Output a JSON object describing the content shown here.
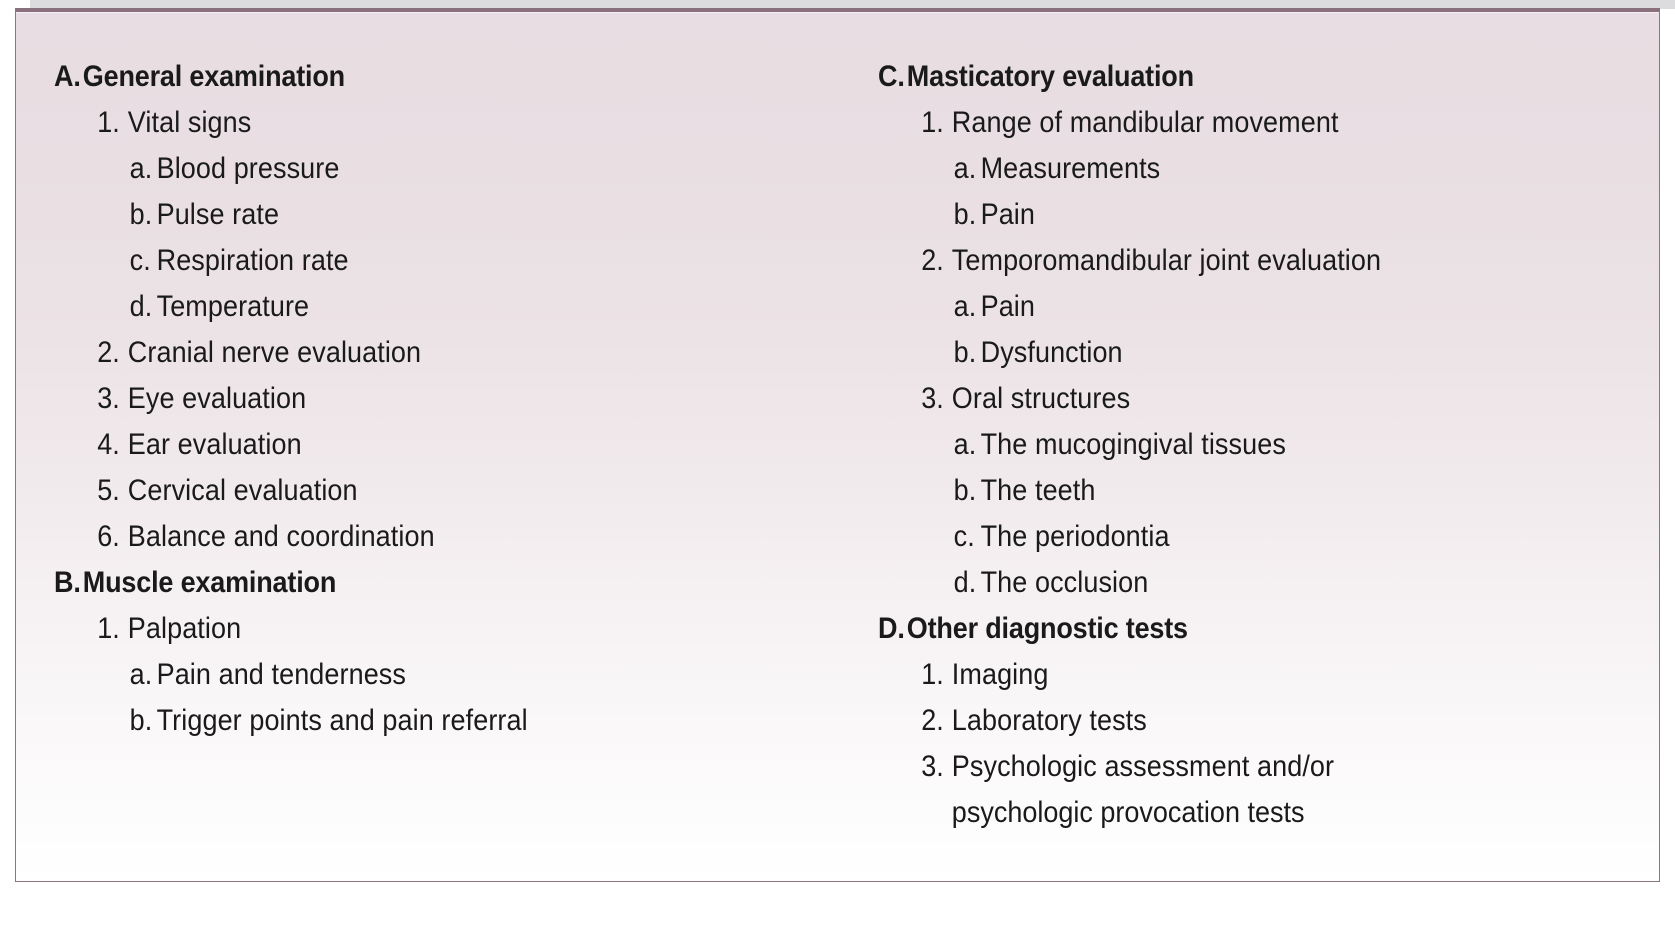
{
  "figure": {
    "kind": "outline-box",
    "colors": {
      "frame_border": "#8d7480",
      "top_rule": "#8a6f7d",
      "top_band": "#dcdcdf",
      "bg_top": "#e8dde2",
      "bg_bottom": "#ffffff",
      "text": "#1a1a1a"
    }
  },
  "left_column": [
    {
      "level": 0,
      "mark": "A.",
      "label": "General examination"
    },
    {
      "level": 1,
      "mark": "1.",
      "label": "Vital signs"
    },
    {
      "level": 2,
      "mark": "a.",
      "label": "Blood pressure"
    },
    {
      "level": 2,
      "mark": "b.",
      "label": "Pulse rate"
    },
    {
      "level": 2,
      "mark": "c.",
      "label": "Respiration rate"
    },
    {
      "level": 2,
      "mark": "d.",
      "label": "Temperature"
    },
    {
      "level": 1,
      "mark": "2.",
      "label": "Cranial nerve evaluation"
    },
    {
      "level": 1,
      "mark": "3.",
      "label": "Eye evaluation"
    },
    {
      "level": 1,
      "mark": "4.",
      "label": "Ear evaluation"
    },
    {
      "level": 1,
      "mark": "5.",
      "label": "Cervical evaluation"
    },
    {
      "level": 1,
      "mark": "6.",
      "label": "Balance and coordination"
    },
    {
      "level": 0,
      "mark": "B.",
      "label": "Muscle examination"
    },
    {
      "level": 1,
      "mark": "1.",
      "label": "Palpation"
    },
    {
      "level": 2,
      "mark": "a.",
      "label": "Pain and tenderness"
    },
    {
      "level": 2,
      "mark": "b.",
      "label": "Trigger points and pain referral"
    }
  ],
  "right_column": [
    {
      "level": 0,
      "mark": "C.",
      "label": "Masticatory evaluation"
    },
    {
      "level": 1,
      "mark": "1.",
      "label": "Range of mandibular movement"
    },
    {
      "level": 2,
      "mark": "a.",
      "label": "Measurements"
    },
    {
      "level": 2,
      "mark": "b.",
      "label": "Pain"
    },
    {
      "level": 1,
      "mark": "2.",
      "label": "Temporomandibular joint evaluation"
    },
    {
      "level": 2,
      "mark": "a.",
      "label": "Pain"
    },
    {
      "level": 2,
      "mark": "b.",
      "label": "Dysfunction"
    },
    {
      "level": 1,
      "mark": "3.",
      "label": "Oral structures"
    },
    {
      "level": 2,
      "mark": "a.",
      "label": "The mucogingival tissues"
    },
    {
      "level": 2,
      "mark": "b.",
      "label": "The teeth"
    },
    {
      "level": 2,
      "mark": "c.",
      "label": "The periodontia"
    },
    {
      "level": 2,
      "mark": "d.",
      "label": "The occlusion"
    },
    {
      "level": 0,
      "mark": "D.",
      "label": "Other diagnostic tests"
    },
    {
      "level": 1,
      "mark": "1.",
      "label": "Imaging"
    },
    {
      "level": 1,
      "mark": "2.",
      "label": "Laboratory tests"
    },
    {
      "level": 1,
      "mark": "3.",
      "label": "Psychologic assessment and/or"
    },
    {
      "level": "cont",
      "mark": "",
      "label": "psychologic provocation tests"
    }
  ]
}
